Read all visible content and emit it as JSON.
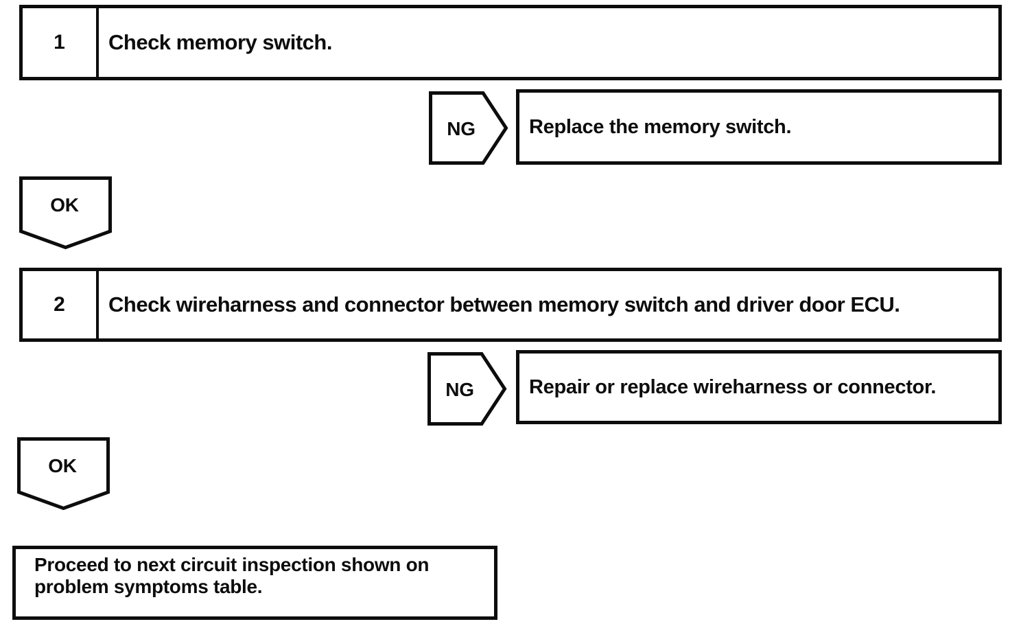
{
  "page": {
    "background": "#ffffff",
    "line_color": "#0d0d0d",
    "text_color": "#0d0d0d"
  },
  "steps": [
    {
      "number": "1",
      "instruction": "Check memory switch.",
      "ng": {
        "label": "NG",
        "action": "Replace the memory switch."
      },
      "ok": {
        "label": "OK"
      }
    },
    {
      "number": "2",
      "instruction": "Check wireharness and connector between memory switch and driver door ECU.",
      "ng": {
        "label": "NG",
        "action": "Repair or replace wireharness or connector."
      },
      "ok": {
        "label": "OK"
      }
    }
  ],
  "final": {
    "lines": [
      "Proceed to next circuit inspection shown on",
      "problem symptoms table."
    ]
  }
}
